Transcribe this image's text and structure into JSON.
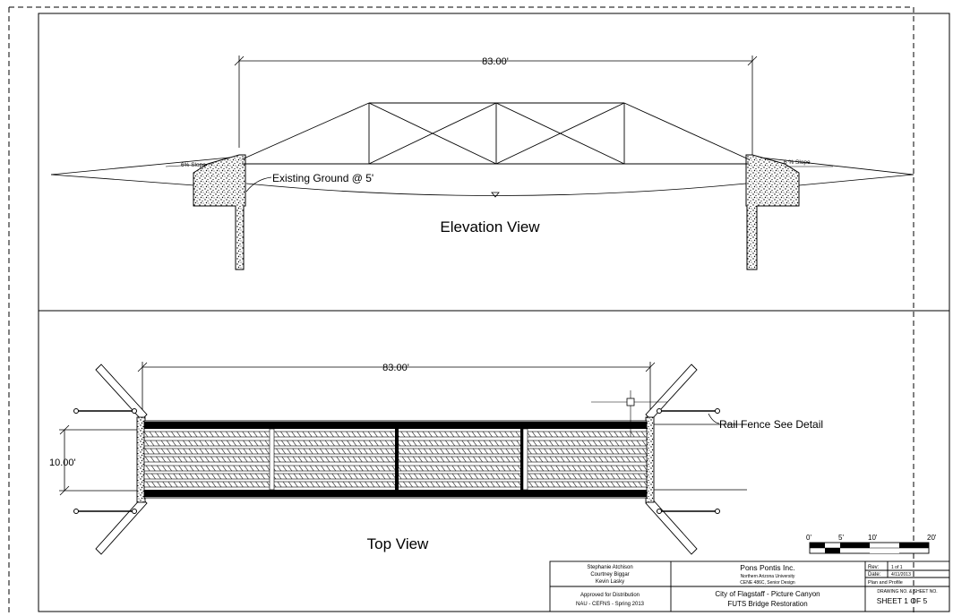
{
  "elevation": {
    "span_dim": "83.00'",
    "ground_note": "Existing Ground @ 5'",
    "slope_left": "6% Slope",
    "slope_right": "6 % Slope",
    "view_title": "Elevation View"
  },
  "top": {
    "span_dim": "83.00'",
    "width_dim": "10.00'",
    "rail_note": "Rail Fence See Detail",
    "view_title": "Top View"
  },
  "scale_bar": {
    "ticks": [
      "0'",
      "5'",
      "10'",
      "20'"
    ]
  },
  "title_block": {
    "authors": [
      "Stephanie Atchison",
      "Courtney Biggar",
      "Kevin Lasky"
    ],
    "approval_1": "Approved for Distribution",
    "approval_2": "NAU - CEFNS - Spring 2013",
    "company": "Pons Pontis Inc.",
    "university": "Northern Arizona University",
    "course": "CENE 486C, Senior Design",
    "project_1": "City of Flagstaff - Picture Canyon",
    "project_2": "FUTS Bridge Restoration",
    "rev_label": "Rev:",
    "rev_value": "1 of 1",
    "date_label": "Date:",
    "date_value": "4/11/2013",
    "sheet_type": "Plan and Profile",
    "drawing_no_label": "DRAWING NO. & SHEET NO.",
    "sheet_no": "SHEET 1 OF 5"
  }
}
